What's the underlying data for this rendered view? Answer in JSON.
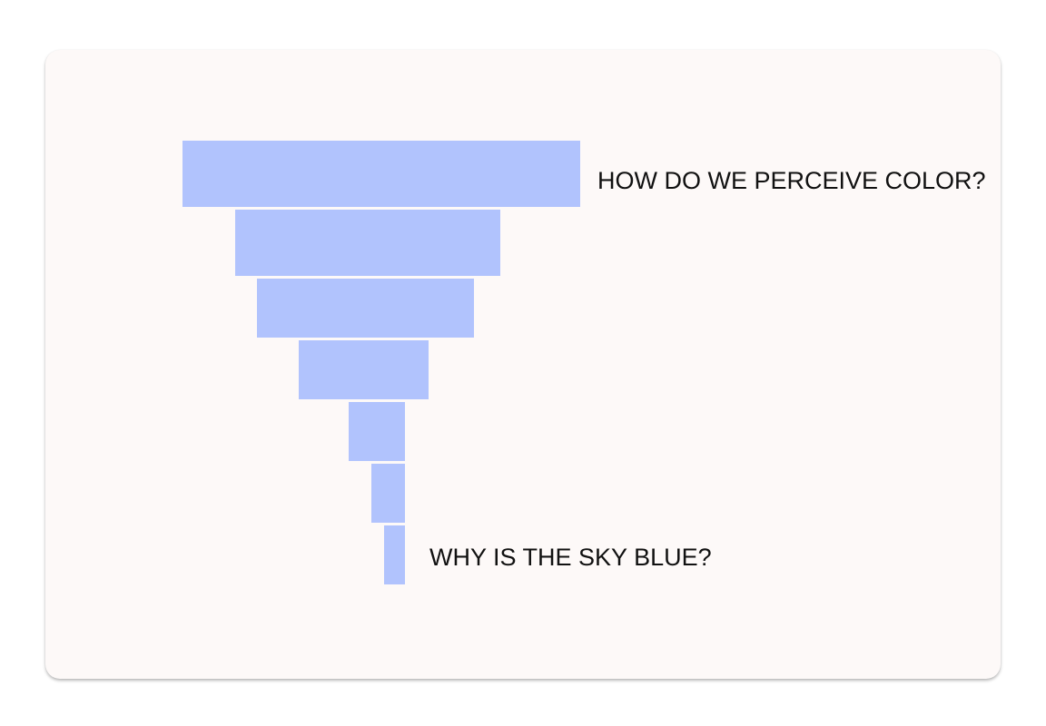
{
  "diagram": {
    "top_label": "HOW DO WE PERCEIVE COLOR?",
    "bottom_label": "WHY IS THE SKY BLUE?",
    "bar_color": "#b1c3fd",
    "card_color": "#fdf9f8",
    "levels": 7
  }
}
